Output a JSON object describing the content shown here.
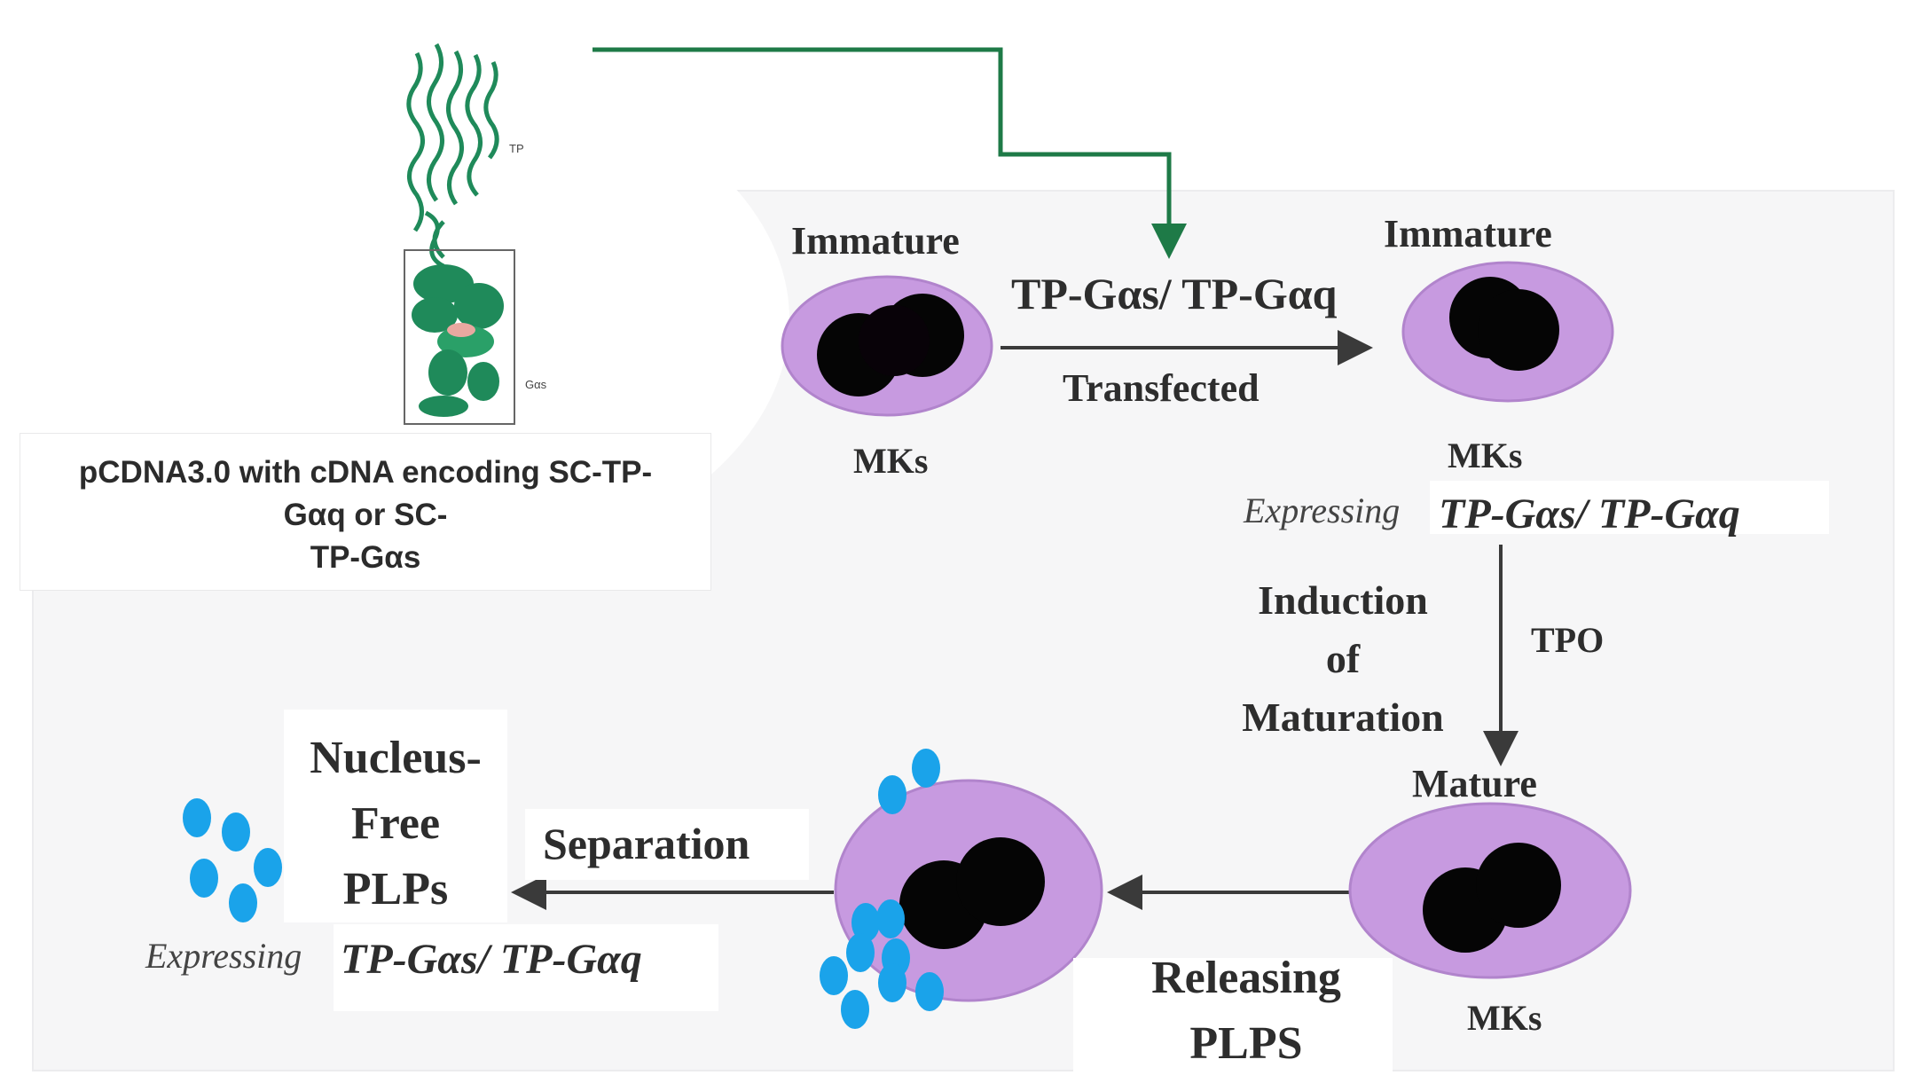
{
  "protein": {
    "tp_tag": "TP",
    "gas_tag": "Gαs",
    "caption_lines": [
      "pCDNA3.0 with cDNA encoding SC-TP-",
      "Gαq or SC-",
      "TP-Gαs"
    ]
  },
  "stages": {
    "immature_1": {
      "title": "Immature",
      "label": "MKs"
    },
    "immature_2": {
      "title": "Immature",
      "label": "MKs",
      "expressing": "Expressing",
      "expressing_value": "TP-Gαs/ TP-Gαq"
    },
    "mature": {
      "title": "Mature",
      "label": "MKs"
    },
    "releasing_title": [
      "Releasing",
      "PLPS"
    ],
    "plps": {
      "title_lines": [
        "Nucleus-",
        "Free",
        "PLPs"
      ],
      "expressing": "Expressing",
      "expressing_value": "TP-Gαs/ TP-Gαq"
    }
  },
  "arrows": {
    "transfection_top": "TP-Gαs/ TP-Gαq",
    "transfection_bottom": "Transfected",
    "induction_lines": [
      "Induction",
      "of",
      "Maturation"
    ],
    "induction_agent": "TPO",
    "separation": "Separation"
  },
  "colors": {
    "cell_fill": "#c79ae0",
    "cell_edge": "#b184cc",
    "nucleus": "#050505",
    "platelet": "#1aa3ea",
    "protein": "#1f8a5a",
    "connector": "#1e7a47",
    "arrow": "#3a3a3a"
  }
}
